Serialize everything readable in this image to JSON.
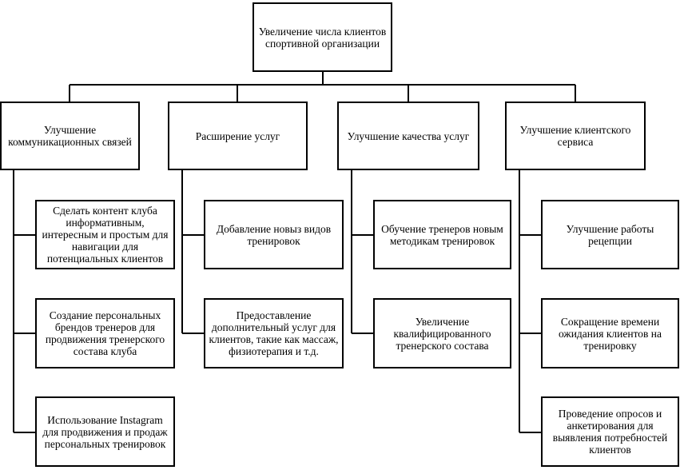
{
  "root": {
    "label": "Увеличение числа клиентов спортивной организации"
  },
  "branches": [
    {
      "label": "Улучшение коммуникационных связей",
      "children": [
        "Сделать контент клуба информативным, интересным и простым для навигации для потенциальных клиентов",
        "Создание персональных брендов тренеров для продвижения тренерского состава клуба",
        "Использование Instagram для продвижения и продаж персональных тренировок"
      ]
    },
    {
      "label": "Расширение услуг",
      "children": [
        "Добавление новыз видов тренировок",
        "Предоставление дополнительный услуг для клиентов, такие как массаж, физиотерапия и т.д."
      ]
    },
    {
      "label": "Улучшение качества услуг",
      "children": [
        "Обучение тренеров новым методикам тренировок",
        "Увеличение квалифицированного тренерского состава"
      ]
    },
    {
      "label": "Улучшение клиентского сервиса",
      "children": [
        "Улучшение работы рецепции",
        "Сокращение времени ожидания клиентов на тренировку",
        "Проведение опросов и анкетирования для выявления потребностей клиентов"
      ]
    }
  ]
}
